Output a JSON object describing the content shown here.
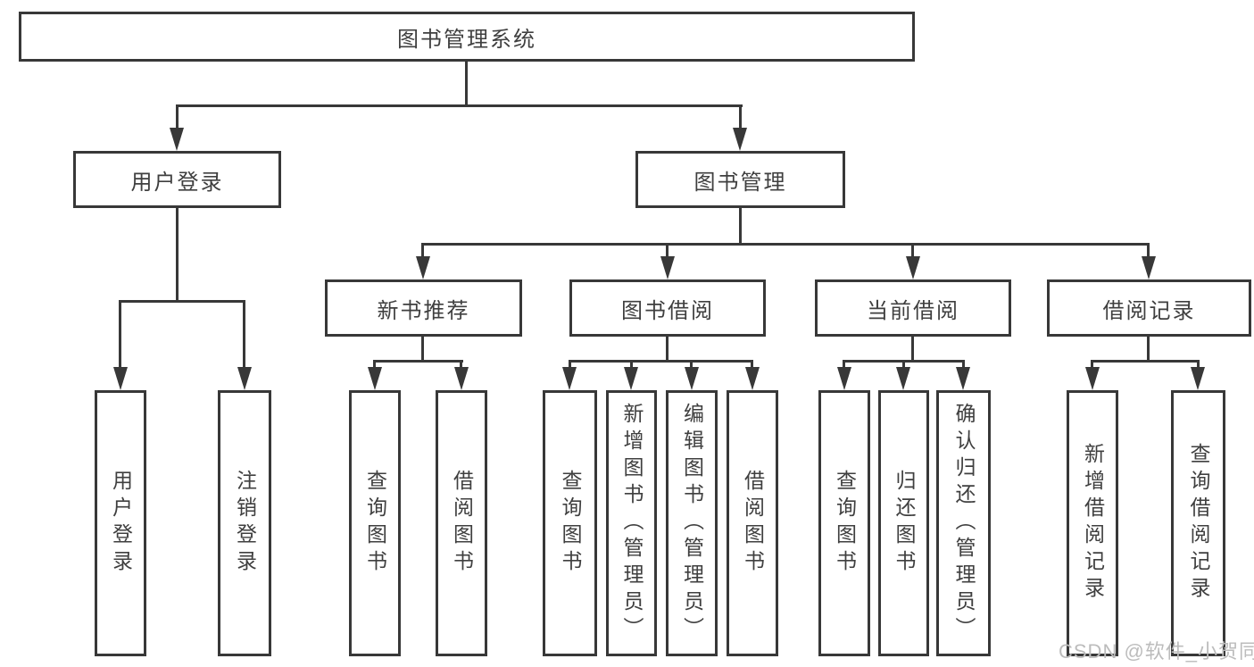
{
  "diagram": {
    "root": {
      "label": "图书管理系统"
    },
    "level2": [
      {
        "label": "用户登录"
      },
      {
        "label": "图书管理"
      }
    ],
    "level3": [
      {
        "label": "新书推荐"
      },
      {
        "label": "图书借阅"
      },
      {
        "label": "当前借阅"
      },
      {
        "label": "借阅记录"
      }
    ],
    "leaves": {
      "user_login": [
        "用户登录",
        "注销登录"
      ],
      "new_book": [
        "查询图书",
        "借阅图书"
      ],
      "borrow": [
        "查询图书",
        "新增图书（管理员）",
        "编辑图书（管理员）",
        "借阅图书"
      ],
      "current": [
        "查询图书",
        "归还图书",
        "确认归还（管理员）"
      ],
      "records": [
        "新增借阅记录",
        "查询借阅记录"
      ]
    }
  },
  "watermark": {
    "text": "CSDN @软件_小贺同学"
  },
  "colors": {
    "line": "#383838",
    "text": "#3f3f3f",
    "watermark": "#bcbcbc",
    "background": "#ffffff"
  }
}
